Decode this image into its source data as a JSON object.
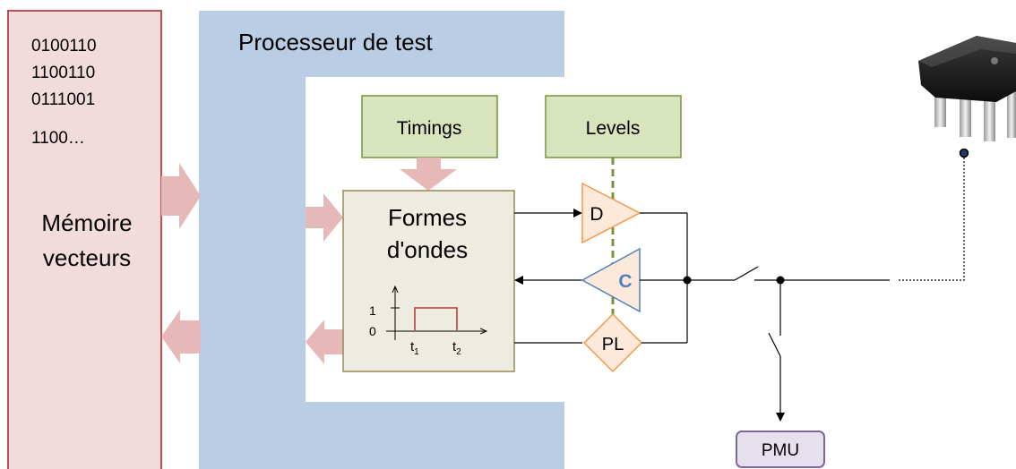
{
  "memory": {
    "vectors": [
      "0100110",
      "1100110",
      "0111001",
      "1100…"
    ],
    "label_line1": "Mémoire",
    "label_line2": "vecteurs"
  },
  "processor": {
    "title": "Processeur de test"
  },
  "timings": {
    "label": "Timings"
  },
  "levels": {
    "label": "Levels"
  },
  "waveforms": {
    "label_line1": "Formes",
    "label_line2": "d'ondes",
    "graph": {
      "y_high": "1",
      "y_low": "0",
      "t1": "t",
      "t1_sub": "1",
      "t2": "t",
      "t2_sub": "2"
    }
  },
  "driver": {
    "label": "D"
  },
  "comparator": {
    "label": "C"
  },
  "load": {
    "label": "PL"
  },
  "pmu": {
    "label": "PMU"
  },
  "colors": {
    "memory_fill": "#f2dcdb",
    "memory_border": "#c0504d",
    "processor_fill": "#b9cde5",
    "green_box": "#d7e4bd",
    "green_border": "#77933c",
    "waveform_fill": "#eeece1",
    "waveform_border": "#948a54",
    "orange_fill": "#fde9d9",
    "orange_border": "#f79646",
    "arrow_pink": "#e6b9b8",
    "pmu_fill": "#e6e0ec",
    "pmu_border": "#8064a2",
    "comparator_text": "#4f81bd",
    "pulse": "#c0504d"
  }
}
